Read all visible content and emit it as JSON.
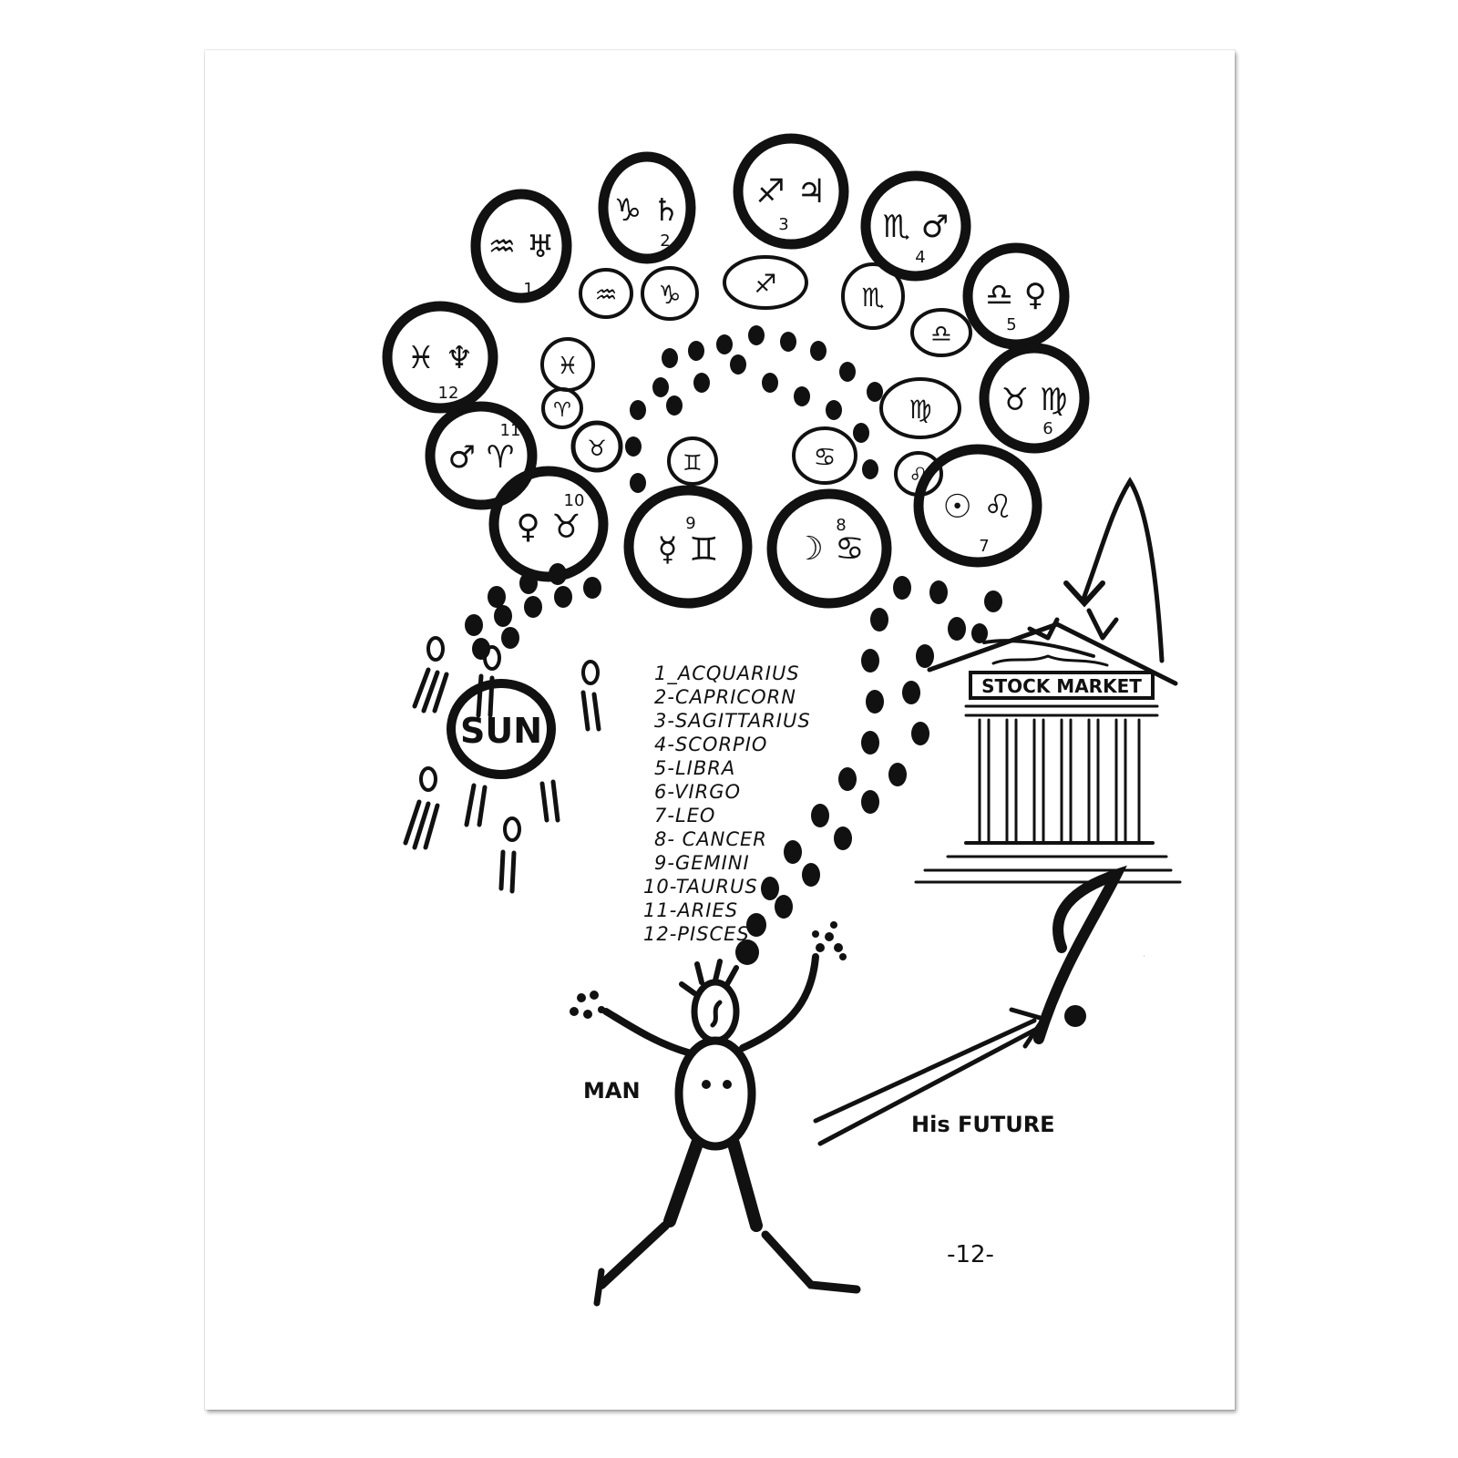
{
  "colors": {
    "ink": "#111111",
    "paper": "#ffffff",
    "background": "#ffffff"
  },
  "sun_label": "SUN",
  "man_label": "MAN",
  "future_label": "His FUTURE",
  "building_label": "STOCK MARKET",
  "page_number": "-12-",
  "sign_list": [
    "1_ACQUARIUS",
    "2-CAPRICORN",
    "3-SAGITTARIUS",
    "4-SCORPIO",
    "5-LIBRA",
    "6-VIRGO",
    "7-LEO",
    "8- CANCER",
    "9-GEMINI",
    "10-TAURUS",
    "11-ARIES",
    "12-PISCES"
  ],
  "big_circles": [
    {
      "glyphs": "♒ ♅",
      "number": "1"
    },
    {
      "glyphs": "♑ ♄",
      "number": "2"
    },
    {
      "glyphs": "♐ ♃",
      "number": "3"
    },
    {
      "glyphs": "♏ ♂",
      "number": "4"
    },
    {
      "glyphs": "♎ ♀",
      "number": "5"
    },
    {
      "glyphs": "♉ ♍",
      "number": "6"
    },
    {
      "glyphs": "☉ ♌",
      "number": "7"
    },
    {
      "glyphs": "☽ ♋",
      "number": "8"
    },
    {
      "glyphs": "☿ ♊",
      "number": "9"
    },
    {
      "glyphs": "♀ ♉",
      "number": "10"
    },
    {
      "glyphs": "♂ ♈",
      "number": "11"
    },
    {
      "glyphs": "♓ ♆",
      "number": "12"
    }
  ],
  "small_circles": [
    "♒",
    "♑",
    "♐",
    "♏",
    "♎",
    "♍",
    "♌",
    "♋",
    "♊",
    "♉",
    "♈",
    "♓"
  ],
  "question_mark": "?"
}
